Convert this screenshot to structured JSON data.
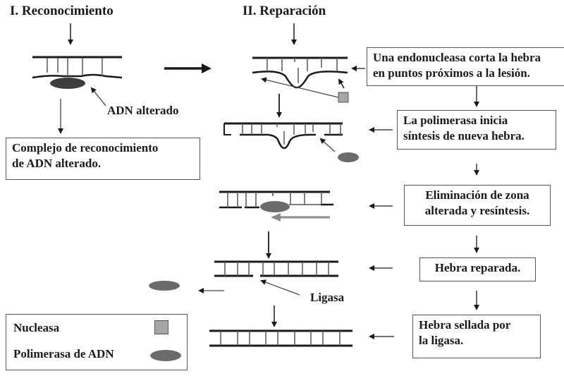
{
  "titles": {
    "recognition": "I. Reconocimiento",
    "repair": "II. Reparación"
  },
  "labels": {
    "altered_dna": "ADN alterado",
    "ligase": "Ligasa"
  },
  "boxes": {
    "recognition_complex": [
      "Complejo de reconocimiento",
      "de ADN alterado."
    ],
    "step1": [
      "Una endonucleasa corta la hebra",
      "en puntos próximos a la lesión."
    ],
    "step2": [
      "La polimerasa inicia",
      "síntesis de nueva hebra."
    ],
    "step3": [
      "Eliminación de zona",
      "alterada y resíntesis."
    ],
    "step4": [
      "Hebra reparada."
    ],
    "step5": [
      "Hebra sellada por",
      "la ligasa."
    ]
  },
  "legend": {
    "items": [
      {
        "label": "Nucleasa",
        "icon": "gray-square-icon"
      },
      {
        "label": "Polimerasa de ADN",
        "icon": "dark-ellipse-icon"
      }
    ]
  },
  "colors": {
    "strand": "#1a1a1a",
    "rung": "#555555",
    "nuclease": "#a6a6a6",
    "polymerase": "#6b6b6b",
    "new_strand_arrow": "#8a8a8a"
  }
}
